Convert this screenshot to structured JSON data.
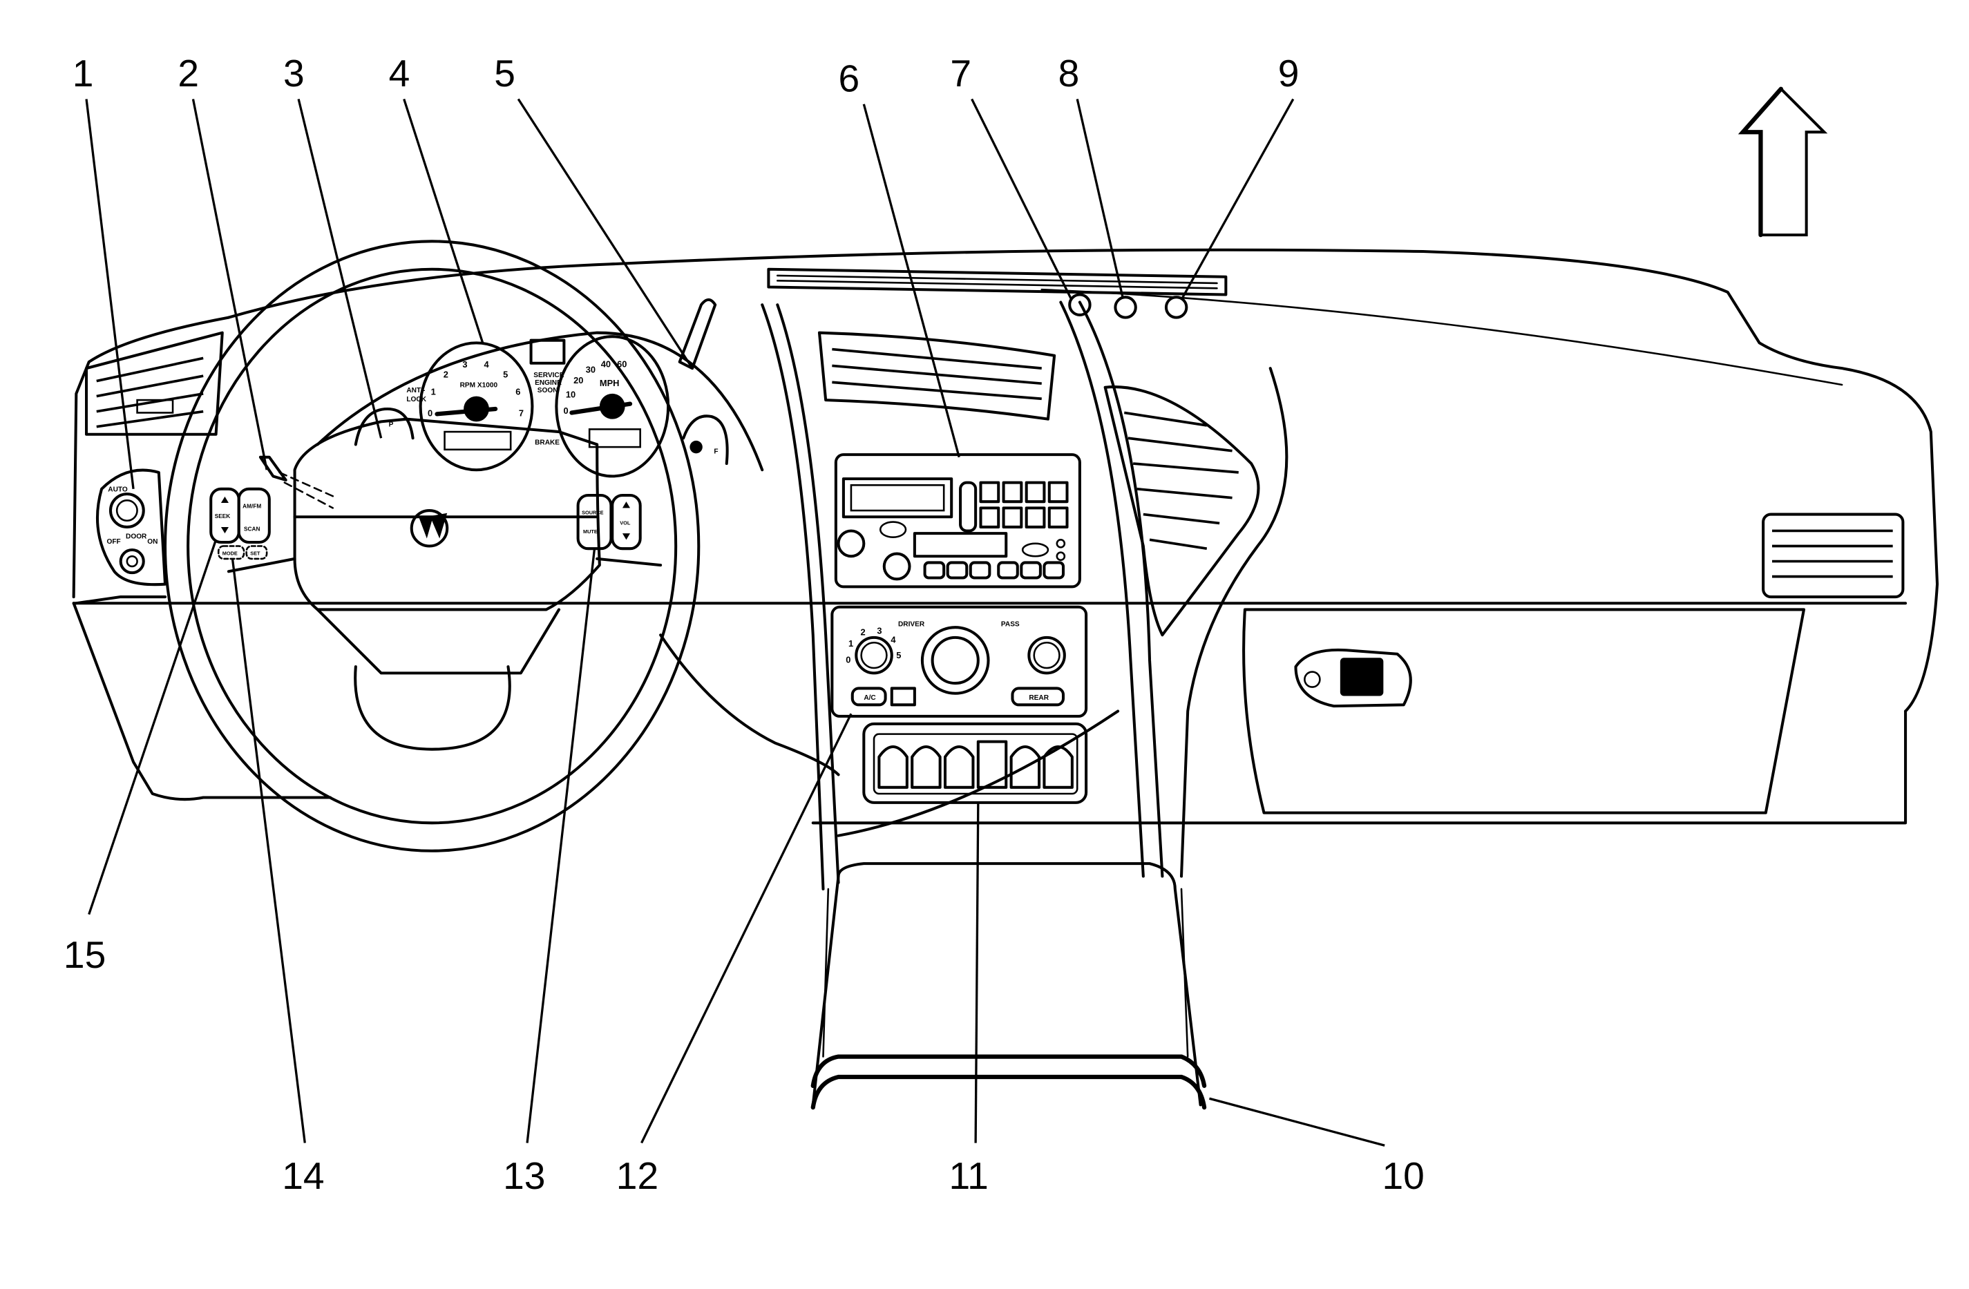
{
  "figure": {
    "type": "instrument panel component location diagram",
    "orientation_arrow": "up-arrow (vehicle front)"
  },
  "callouts": [
    {
      "id": "1",
      "label": "1",
      "target": "headlamp switch / dimmer"
    },
    {
      "id": "2",
      "label": "2",
      "target": "turn signal / multifunction lever"
    },
    {
      "id": "3",
      "label": "3",
      "target": "steering wheel"
    },
    {
      "id": "4",
      "label": "4",
      "target": "instrument cluster"
    },
    {
      "id": "5",
      "label": "5",
      "target": "shift lever"
    },
    {
      "id": "6",
      "label": "6",
      "target": "radio"
    },
    {
      "id": "7",
      "label": "7",
      "target": "dash sensor left"
    },
    {
      "id": "8",
      "label": "8",
      "target": "dash sensor center"
    },
    {
      "id": "9",
      "label": "9",
      "target": "dash sensor right"
    },
    {
      "id": "10",
      "label": "10",
      "target": "floor console"
    },
    {
      "id": "11",
      "label": "11",
      "target": "switch bank"
    },
    {
      "id": "12",
      "label": "12",
      "target": "HVAC control"
    },
    {
      "id": "13",
      "label": "13",
      "target": "right steering wheel controls"
    },
    {
      "id": "14",
      "label": "14",
      "target": "cruise control switches"
    },
    {
      "id": "15",
      "label": "15",
      "target": "left steering wheel controls"
    }
  ],
  "headlamp_switch": {
    "auto_label": "AUTO",
    "off_label": "OFF",
    "door_label": "DOOR",
    "on_label": "ON"
  },
  "cluster": {
    "antilock_line1": "ANTI-",
    "antilock_line2": "LOCK",
    "tach_label": "RPM X1000",
    "tach_ticks": [
      "0",
      "1",
      "2",
      "3",
      "4",
      "5",
      "6",
      "7"
    ],
    "service_line1": "SERVICE",
    "service_line2": "ENGINE",
    "service_line3": "SOON",
    "brake_label": "BRAKE",
    "speedo_label": "MPH",
    "speedo_ticks": [
      "0",
      "10",
      "20",
      "30",
      "40",
      "60"
    ],
    "fuel_full": "F",
    "temp_letters": [
      "P"
    ]
  },
  "steering_left_controls": {
    "seek_label": "SEEK",
    "amfm_label": "AM/FM",
    "scan_label": "SCAN",
    "mode_label": "MODE",
    "set_label": "SET"
  },
  "steering_right_controls": {
    "source_label": "SOURCE",
    "mute_label": "MUTE",
    "vol_label": "VOL"
  },
  "hvac": {
    "driver_label": "DRIVER",
    "pass_label": "PASS",
    "fan_ticks": [
      "0",
      "1",
      "2",
      "3",
      "4",
      "5"
    ],
    "ac_label": "A/C",
    "rear_label": "REAR"
  }
}
